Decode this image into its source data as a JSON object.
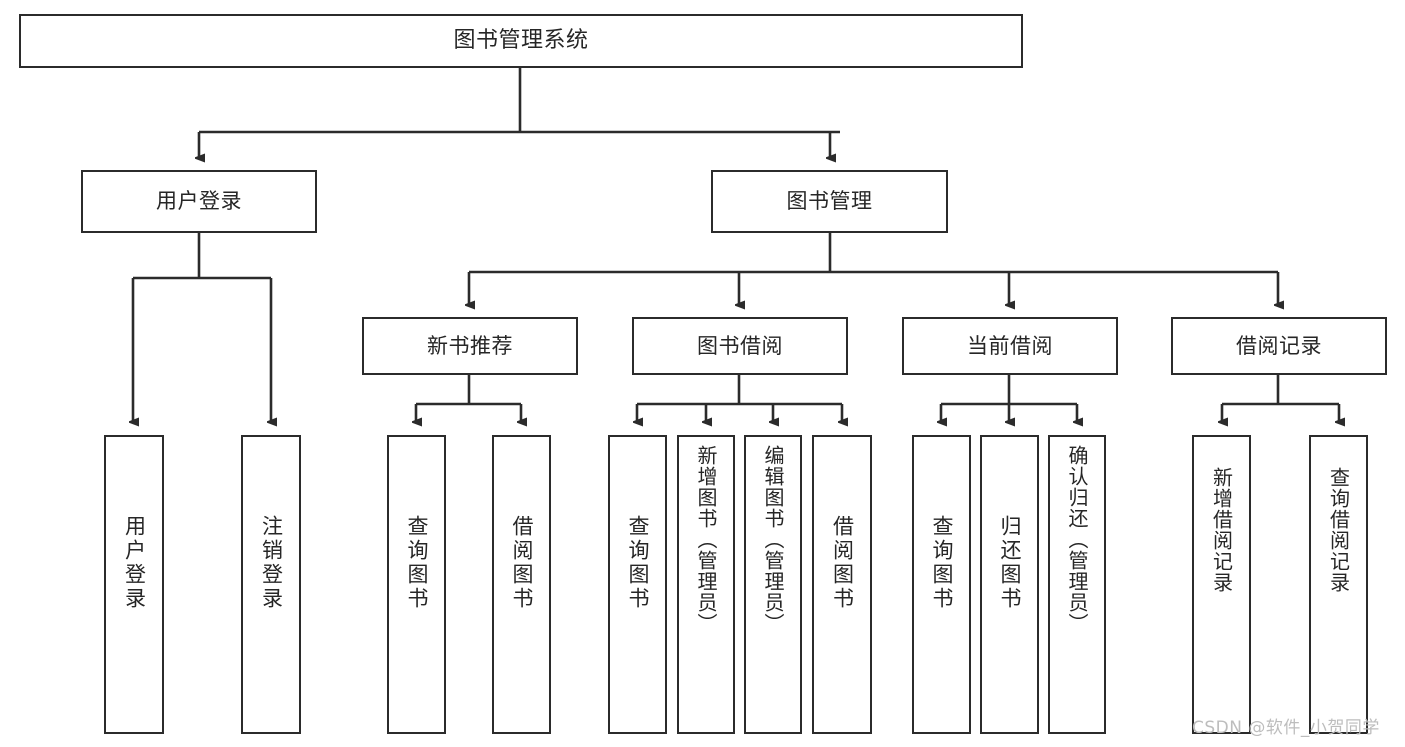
{
  "diagram": {
    "title": "图书管理系统",
    "type": "tree-hierarchy",
    "root": {
      "id": "root",
      "label": "图书管理系统"
    },
    "tier2": [
      {
        "id": "user-login",
        "label": "用户登录"
      },
      {
        "id": "book-manage",
        "label": "图书管理"
      }
    ],
    "tier3": [
      {
        "id": "new-book-recommend",
        "label": "新书推荐",
        "parent": "book-manage"
      },
      {
        "id": "book-borrow",
        "label": "图书借阅",
        "parent": "book-manage"
      },
      {
        "id": "current-borrow",
        "label": "当前借阅",
        "parent": "book-manage"
      },
      {
        "id": "borrow-record",
        "label": "借阅记录",
        "parent": "book-manage"
      }
    ],
    "leaves": [
      {
        "id": "leaf-user-login",
        "label": "用户登录",
        "parent": "user-login"
      },
      {
        "id": "leaf-user-logout",
        "label": "注销登录",
        "parent": "user-login"
      },
      {
        "id": "leaf-query-book-1",
        "label": "查询图书",
        "parent": "new-book-recommend"
      },
      {
        "id": "leaf-borrow-book-1",
        "label": "借阅图书",
        "parent": "new-book-recommend"
      },
      {
        "id": "leaf-query-book-2",
        "label": "查询图书",
        "parent": "book-borrow"
      },
      {
        "id": "leaf-add-book",
        "label": "新增图书（管理员）",
        "parent": "book-borrow"
      },
      {
        "id": "leaf-edit-book",
        "label": "编辑图书（管理员）",
        "parent": "book-borrow"
      },
      {
        "id": "leaf-borrow-book-2",
        "label": "借阅图书",
        "parent": "book-borrow"
      },
      {
        "id": "leaf-query-book-3",
        "label": "查询图书",
        "parent": "current-borrow"
      },
      {
        "id": "leaf-return-book",
        "label": "归还图书",
        "parent": "current-borrow"
      },
      {
        "id": "leaf-confirm-return",
        "label": "确认归还（管理员）",
        "parent": "current-borrow"
      },
      {
        "id": "leaf-add-record",
        "label": "新增借阅记录",
        "parent": "borrow-record"
      },
      {
        "id": "leaf-query-record",
        "label": "查询借阅记录",
        "parent": "borrow-record"
      }
    ]
  },
  "watermark": {
    "text": "CSDN @软件_小贺同学"
  },
  "colors": {
    "stroke": "#2b2b2b",
    "fill": "#ffffff",
    "text": "#262626",
    "watermark": "#bdbdbd"
  }
}
